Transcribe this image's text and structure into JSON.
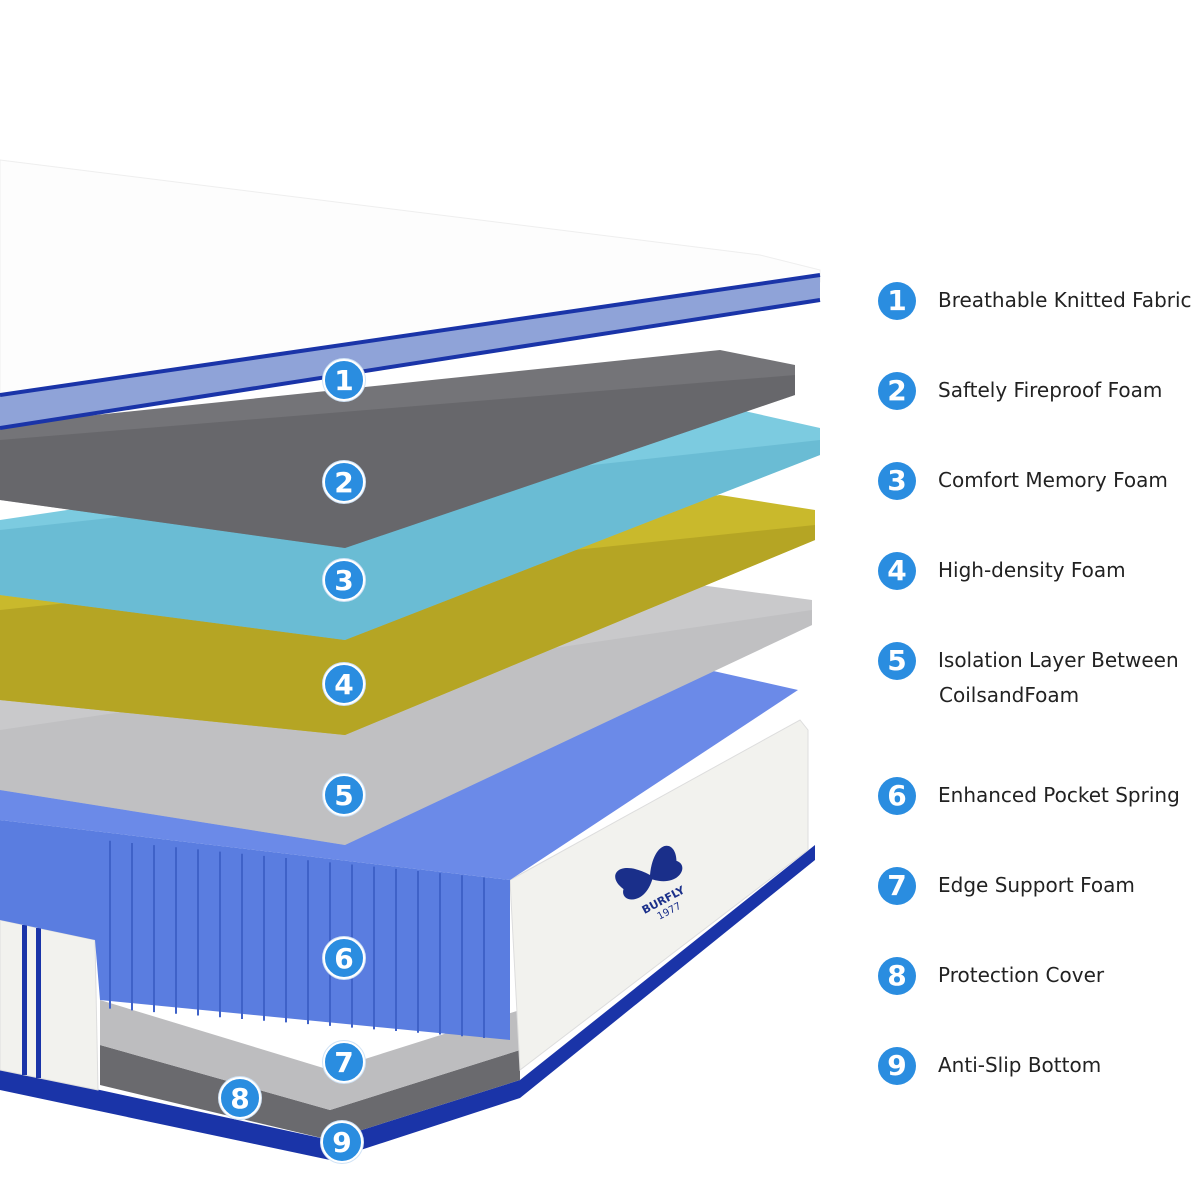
{
  "layers": [
    {
      "num": "1",
      "label": "Breathable Knitted Fabric"
    },
    {
      "num": "2",
      "label": "Saftely Fireproof Foam"
    },
    {
      "num": "3",
      "label": "Comfort Memory Foam"
    },
    {
      "num": "4",
      "label": "High-density Foam"
    },
    {
      "num": "5",
      "label": "Isolation Layer Between",
      "label_line2": "CoilsandFoam"
    },
    {
      "num": "6",
      "label": "Enhanced Pocket Spring"
    },
    {
      "num": "7",
      "label": "Edge Support Foam"
    },
    {
      "num": "8",
      "label": "Protection Cover"
    },
    {
      "num": "9",
      "label": "Anti-Slip Bottom"
    }
  ],
  "logo": {
    "brand": "BURFLY",
    "year": "1977"
  },
  "colors": {
    "badge": "#2a8de0",
    "spring": "#5a7de0",
    "trim": "#1a34a8",
    "memory": "#6fc0d8",
    "density": "#c9b92c",
    "fireproof": "#6f6f73",
    "isolation": "#c9c9cb"
  }
}
